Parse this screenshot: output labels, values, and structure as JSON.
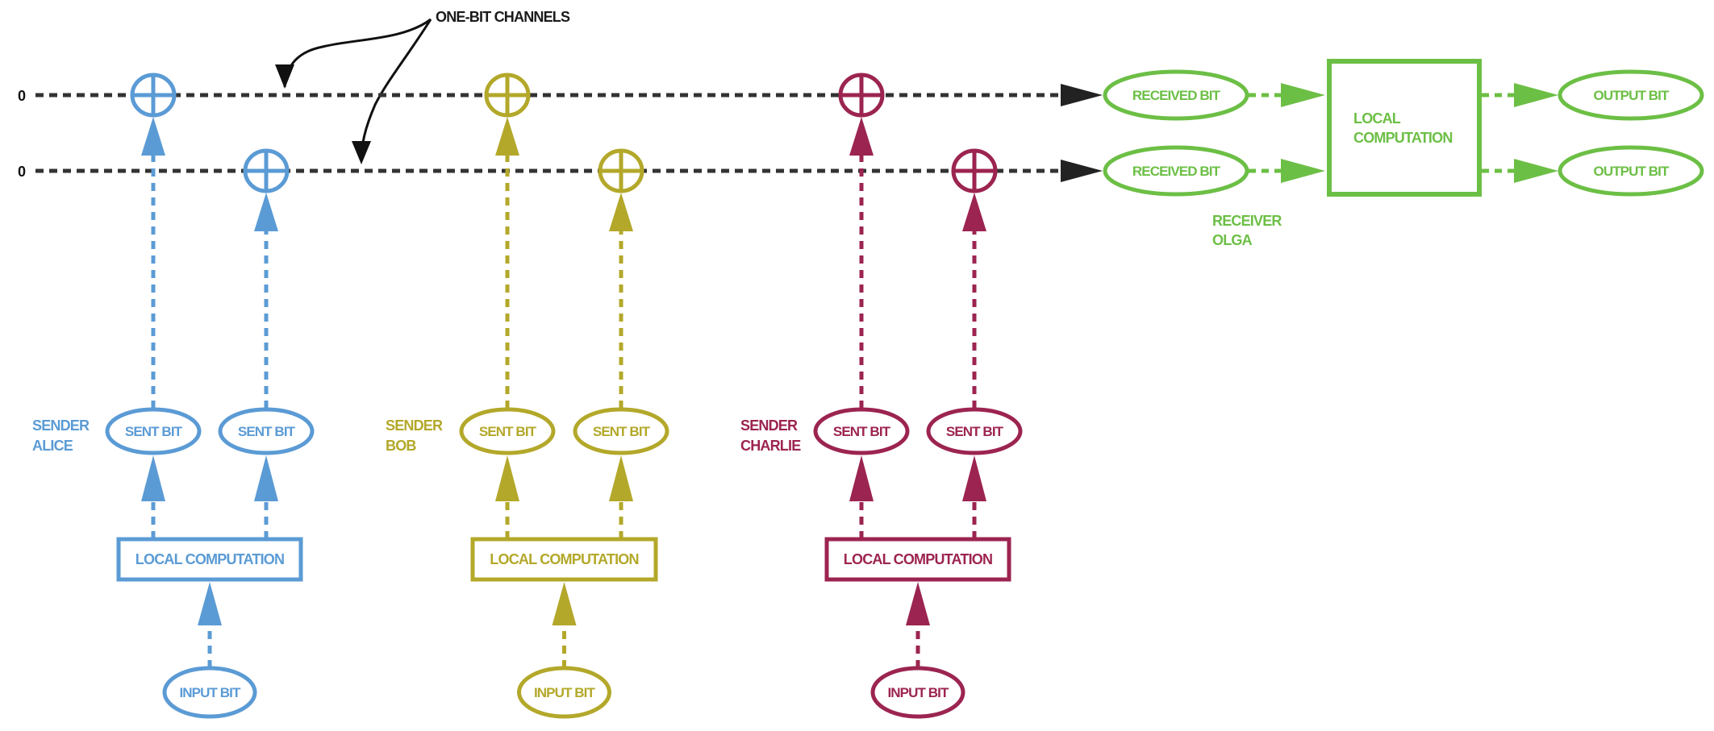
{
  "title": "One-bit channels multi-sender diagram",
  "annotation": {
    "label": "ONE-BIT CHANNELS",
    "color": "#1a1a1a"
  },
  "channels": [
    {
      "id": "channel-1",
      "initial_value": "0"
    },
    {
      "id": "channel-2",
      "initial_value": "0"
    }
  ],
  "xor_symbol": "⊕",
  "senders": [
    {
      "id": "alice",
      "role": "SENDER",
      "name": "ALICE",
      "color": "#5b9bd5",
      "sent_bits": [
        "SENT BIT",
        "SENT BIT"
      ],
      "local_computation": "LOCAL COMPUTATION",
      "input_bit": "INPUT BIT"
    },
    {
      "id": "bob",
      "role": "SENDER",
      "name": "BOB",
      "color": "#b3a82a",
      "sent_bits": [
        "SENT BIT",
        "SENT BIT"
      ],
      "local_computation": "LOCAL COMPUTATION",
      "input_bit": "INPUT BIT"
    },
    {
      "id": "charlie",
      "role": "SENDER",
      "name": "CHARLIE",
      "color": "#9c2450",
      "sent_bits": [
        "SENT BIT",
        "SENT BIT"
      ],
      "local_computation": "LOCAL COMPUTATION",
      "input_bit": "INPUT BIT"
    }
  ],
  "receiver": {
    "id": "olga",
    "role": "RECEIVER",
    "name": "OLGA",
    "color": "#6cbf45",
    "received_bits": [
      "RECEIVED BIT",
      "RECEIVED BIT"
    ],
    "local_computation_line1": "LOCAL",
    "local_computation_line2": "COMPUTATION",
    "output_bits": [
      "OUTPUT BIT",
      "OUTPUT BIT"
    ]
  }
}
